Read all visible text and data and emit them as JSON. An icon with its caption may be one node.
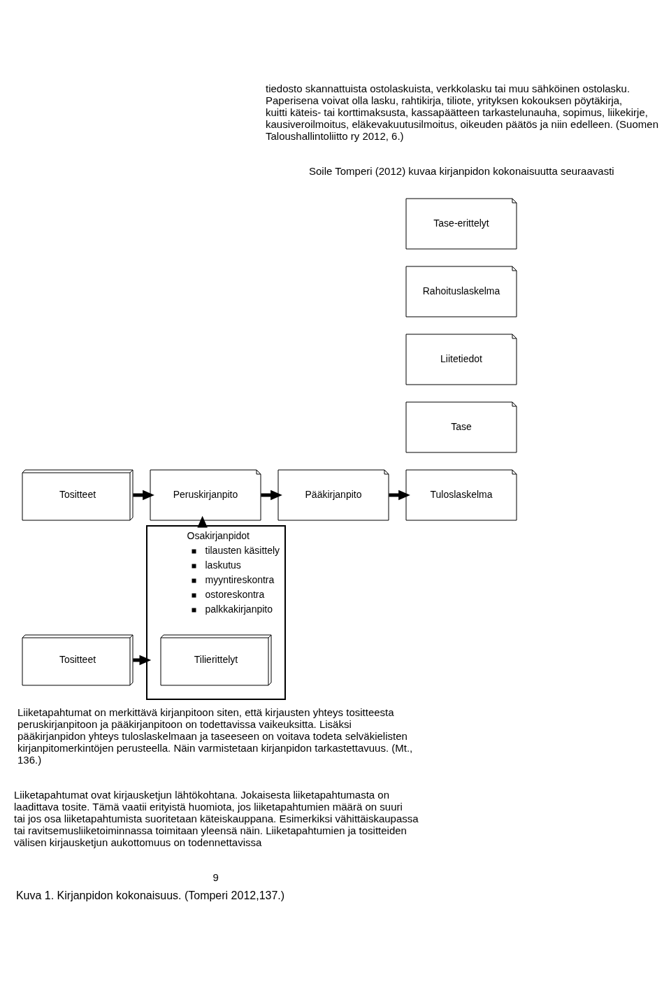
{
  "diagram": {
    "caption": "Kuva 1. Kirjanpidon kokonaisuus. (Tomperi 2012,137.)",
    "nodes": [
      {
        "text": [
          "Tositteet"
        ]
      },
      {
        "text": [
          "Peruskirjanpito"
        ]
      },
      {
        "text": [
          "Pääkirjanpito"
        ]
      },
      {
        "text": [
          "Tase-erittelyt"
        ]
      },
      {
        "text": [
          "Rahoituslaskelma"
        ]
      },
      {
        "text": [
          "Liitetiedot"
        ]
      },
      {
        "text": [
          "Tase"
        ]
      },
      {
        "text": [
          "Tuloslaskelma"
        ]
      },
      {
        "text": [
          "Tositteet"
        ]
      },
      {
        "text": [
          "Osakirjanpidot",
          "tilausten käsittely",
          "laskutus",
          "myyntireskontra",
          "ostoreskontra",
          "palkkakirjanpito"
        ]
      },
      {
        "text": [
          "Tilierittelyt"
        ],
        "in": 9
      }
    ],
    "edges": [
      {
        "from": 0,
        "to": 1,
        "arrow": "to"
      },
      {
        "from": 1,
        "to": 2,
        "arrow": "to"
      },
      {
        "from": 2,
        "to": 7,
        "arrow": "to"
      },
      {
        "from": 9,
        "to": 1,
        "arrow": "to"
      },
      {
        "from": 8,
        "to": 9,
        "arrow": "to"
      }
    ],
    "labels": [
      "tiedosto skannattuista ostolaskuista, verkkolasku tai muu sähköinen ostolasku. Paperisena voivat olla lasku, rahtikirja, tiliote, yrityksen kokouksen pöytäkirja, kuitti käteis- tai korttimaksusta, kassapäätteen tarkastelunauha, sopimus, liikekirje, kausiveroilmoitus, eläkevakuutusilmoitus, oikeuden päätös ja niin edelleen. (Suomen Taloushallintoliitto ry 2012, 6.)",
      "Soile Tomperi (2012) kuvaa kirjanpidon kokonaisuutta seuraavasti",
      "Liiketapahtumat on merkittävä kirjanpitoon siten, että kirjausten yhteys tositteesta peruskirjanpitoon ja pääkirjanpitoon on todettavissa vaikeuksitta. Lisäksi pääkirjanpidon yhteys tuloslaskelmaan ja taseeseen on voitava todeta selväkielisten kirjanpitomerkintöjen perusteella. Näin varmistetaan kirjanpidon tarkastettavuus. (Mt., 136.)",
      "Liiketapahtumat ovat kirjausketjun lähtökohtana. Jokaisesta liiketapahtumasta on laadittava tosite. Tämä vaatii erityistä huomiota, jos liiketapahtumien määrä on suuri tai jos osa liiketapahtumista suoritetaan käteiskauppana. Esimerkiksi vähittäiskaupassa tai ravitsemusliiketoiminnassa toimitaan yleensä näin. Liiketapahtumien ja tositteiden välisen kirjausketjun aukottomuus on todennettavissa",
      "9"
    ]
  }
}
